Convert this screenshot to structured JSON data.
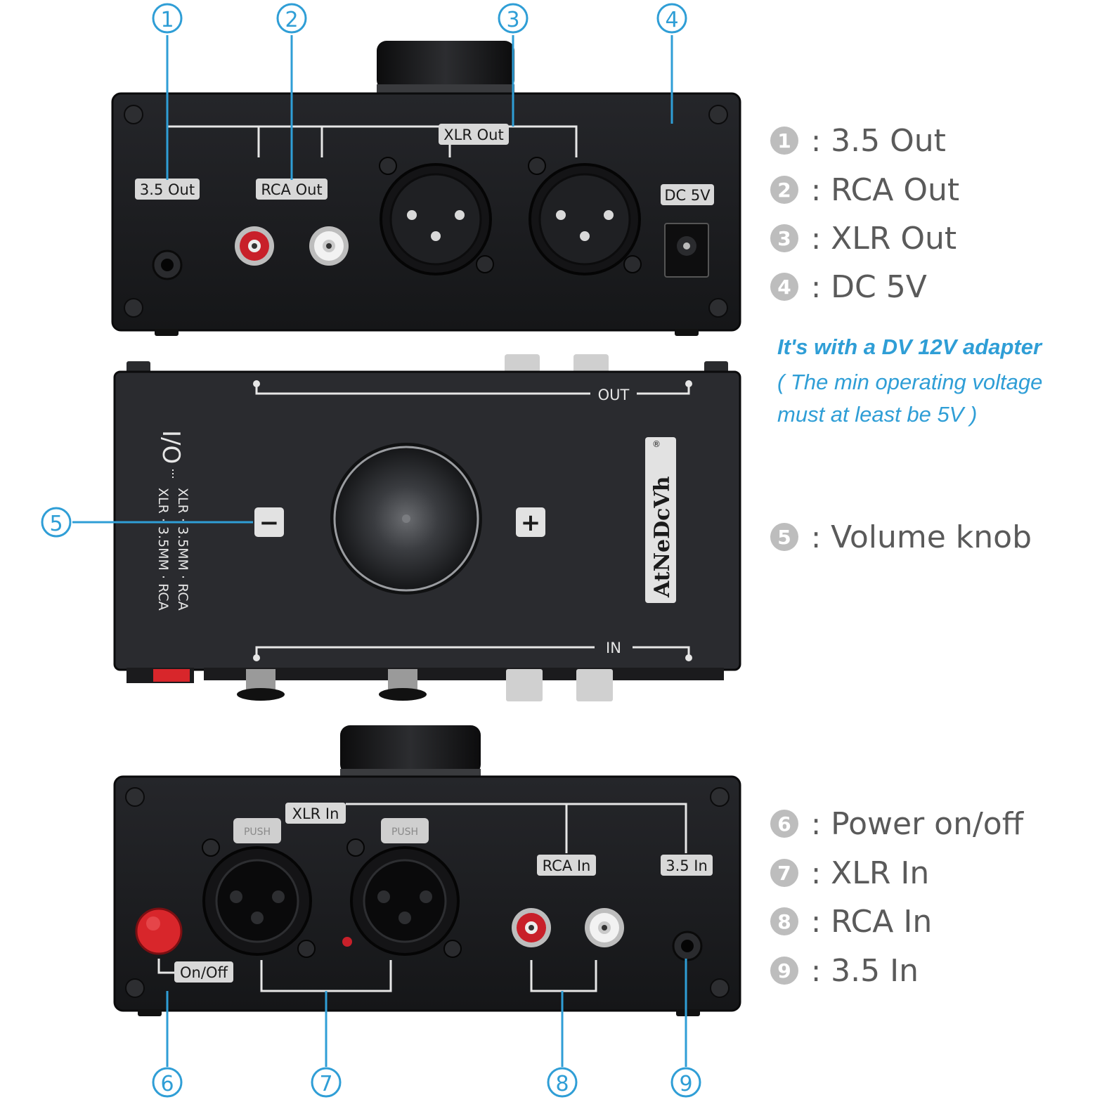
{
  "callouts": [
    "1",
    "2",
    "3",
    "4",
    "5",
    "6",
    "7",
    "8",
    "9"
  ],
  "device_labels": {
    "out_35": "3.5 Out",
    "rca_out": "RCA Out",
    "xlr_out": "XLR Out",
    "dc": "DC 5V",
    "out": "OUT",
    "in": "IN",
    "io": "I/O",
    "io_line1": "XLR · 3.5MM · RCA",
    "io_line2": "XLR · 3.5MM · RCA",
    "minus": "−",
    "plus": "+",
    "brand": "AtNeDcVh",
    "registered": "®",
    "xlr_in": "XLR In",
    "rca_in": "RCA In",
    "in_35": "3.5 In",
    "on_off": "On/Off",
    "push": "PUSH"
  },
  "legend": [
    {
      "num": "1",
      "label": "3.5 Out"
    },
    {
      "num": "2",
      "label": "RCA Out"
    },
    {
      "num": "3",
      "label": "XLR Out"
    },
    {
      "num": "4",
      "label": "DC 5V"
    },
    {
      "num": "5",
      "label": "Volume knob"
    },
    {
      "num": "6",
      "label": "Power on/off"
    },
    {
      "num": "7",
      "label": "XLR In"
    },
    {
      "num": "8",
      "label": "RCA In"
    },
    {
      "num": "9",
      "label": "3.5 In"
    }
  ],
  "legend_separator": ":",
  "note": {
    "main": "It's with a DV 12V adapter",
    "sub1": "( The min operating voltage",
    "sub2": "must at least be 5V )"
  },
  "colors": {
    "accent": "#2f9ed6",
    "panel": "#1d1e20",
    "badge": "#bdbdbd",
    "legend_text": "#5a5a5a",
    "rca_red": "#c8202a",
    "power_red": "#d8262b"
  }
}
